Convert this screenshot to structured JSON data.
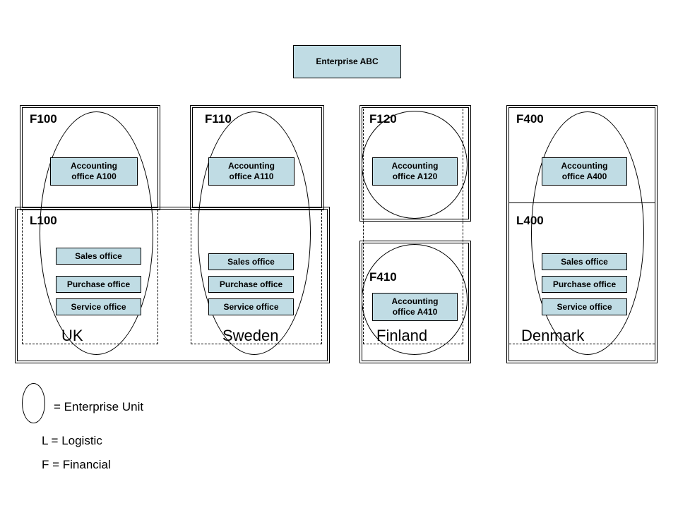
{
  "top": {
    "label": "Enterprise ABC"
  },
  "columns": {
    "uk": {
      "f_code": "F100",
      "l_code": "L100",
      "country": "UK",
      "accounting": "Accounting\noffice A100",
      "sales": "Sales office",
      "purchase": "Purchase office",
      "service": "Service office"
    },
    "sweden": {
      "f_code": "F110",
      "country": "Sweden",
      "accounting": "Accounting\noffice A110",
      "sales": "Sales office",
      "purchase": "Purchase office",
      "service": "Service office"
    },
    "finland": {
      "f_code": "F120",
      "f2_code": "F410",
      "country": "Finland",
      "accounting": "Accounting\noffice A120",
      "accounting2": "Accounting\noffice A410"
    },
    "denmark": {
      "f_code": "F400",
      "l_code": "L400",
      "country": "Denmark",
      "accounting": "Accounting\noffice A400",
      "sales": "Sales office",
      "purchase": "Purchase office",
      "service": "Service office"
    }
  },
  "legend": {
    "enterprise_unit": "= Enterprise Unit",
    "logistic": "L = Logistic",
    "financial": "F = Financial"
  },
  "colors": {
    "office_fill": "#c0dce4"
  }
}
